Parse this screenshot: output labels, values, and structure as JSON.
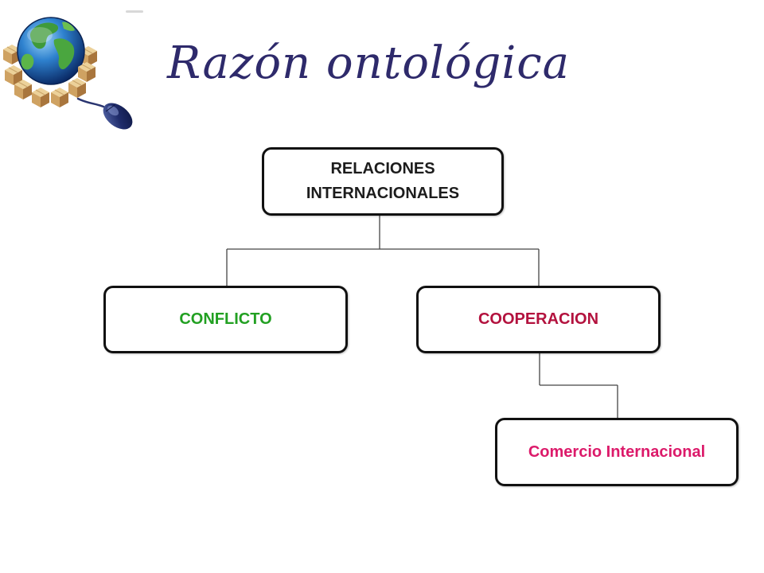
{
  "slide": {
    "title": "Razón ontológica",
    "title_color": "#2e2a6b",
    "logo": {
      "globe": "globe-icon",
      "packages": "package-box-icon",
      "mouse": "computer-mouse-icon"
    }
  },
  "diagram": {
    "border_color": "#111111",
    "connector_color": "#444444",
    "root": {
      "label_lines": [
        "RELACIONES",
        "INTERNACIONALES"
      ],
      "color": "#1c1c1c",
      "children": [
        {
          "label": "CONFLICTO",
          "color": "#22a022"
        },
        {
          "label": "COOPERACION",
          "color": "#b3123e",
          "children": [
            {
              "label": "Comercio Internacional",
              "color": "#dc1a6a"
            }
          ]
        }
      ]
    }
  }
}
